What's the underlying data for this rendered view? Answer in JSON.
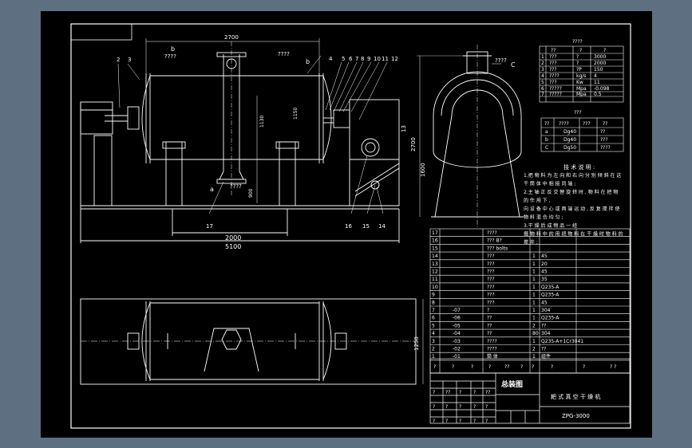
{
  "drawing": {
    "colors": {
      "background": "#5e6f82",
      "sheet": "#000000",
      "line": "#ffffff"
    },
    "dimensions": {
      "top_length": "2700",
      "shell_length": "5100",
      "support_span": "2000",
      "outlet_height": "900",
      "vertical_left": "1150",
      "vertical_inner": "1130",
      "side_height": "2700",
      "side_base": "1600",
      "plan_width": "1250"
    },
    "labels": {
      "b_top": "b",
      "a_left": "a",
      "b_right": "b",
      "c_side": "C",
      "q_top_left": "????",
      "q_top_right": "????",
      "q_bottom": "????",
      "q_side": "????"
    },
    "part_callouts": [
      "2",
      "3",
      "4",
      "5",
      "6",
      "7",
      "8",
      "9",
      "10",
      "11",
      "12",
      "13",
      "16",
      "15",
      "14",
      "17"
    ],
    "spec_table": {
      "title": "????",
      "header": [
        "?",
        "??",
        "?",
        "?"
      ],
      "rows": [
        [
          "1",
          "???",
          "?",
          "3000"
        ],
        [
          "2",
          "???",
          "?",
          "2000"
        ],
        [
          "3",
          "???",
          "?P",
          "150"
        ],
        [
          "4",
          "????",
          "kg/s",
          "4"
        ],
        [
          "5",
          "???",
          "Kw",
          "11"
        ],
        [
          "6",
          "?????",
          "Mpa",
          "-0.098"
        ],
        [
          "7",
          "?????",
          "Mpa",
          "0.5"
        ]
      ]
    },
    "nozzle_table": {
      "title": "???",
      "header": [
        "??",
        "????",
        "???",
        "??"
      ],
      "rows": [
        [
          "a",
          "",
          "Dg40",
          "??"
        ],
        [
          "b",
          "",
          "Dg40",
          "???"
        ],
        [
          "C",
          "",
          "Dg50",
          "????"
        ]
      ]
    },
    "tech_notes": {
      "title": "技 术 说 明 :",
      "lines": [
        "1.把 物 料 为 左 向 和 右 向 分 别 倾 斜 在 这",
        "干 筒 体 中 相 接 同 轴 ;",
        "2.主 轴 正 反 交 替 旋 转 时 , 物 料 在 把 物",
        "的 作 用 下 ,",
        "向 设 备 中 心 或 两 端 运 动 , 反 复 搅 拌 使",
        "物 料 混 合 均 匀 ;",
        "3.干 燥 后 成 物 品 一 经",
        "摄 物 料 中 的 用 把 物 料 在 干 燥 时 物 料 的",
        "搅 拌 ;"
      ]
    },
    "bom": {
      "rows": [
        {
          "no": "17",
          "code": "",
          "name": "????",
          "qty": "",
          "mat": ""
        },
        {
          "no": "16",
          "code": "",
          "name": "??? B?",
          "qty": "",
          "mat": ""
        },
        {
          "no": "15",
          "code": "",
          "name": "???  bolts",
          "qty": "",
          "mat": ""
        },
        {
          "no": "14",
          "code": "",
          "name": "???",
          "qty": "1",
          "mat": "45"
        },
        {
          "no": "13",
          "code": "",
          "name": "???",
          "qty": "1",
          "mat": "20"
        },
        {
          "no": "12",
          "code": "",
          "name": "???",
          "qty": "1",
          "mat": "45"
        },
        {
          "no": "11",
          "code": "",
          "name": "???",
          "qty": "1",
          "mat": "35"
        },
        {
          "no": "10",
          "code": "",
          "name": "???",
          "qty": "1",
          "mat": "Q235-A"
        },
        {
          "no": "9",
          "code": "",
          "name": "???",
          "qty": "1",
          "mat": "Q235-A"
        },
        {
          "no": "8",
          "code": "",
          "name": "???",
          "qty": "1",
          "mat": "45"
        },
        {
          "no": "7",
          "code": "-07",
          "name": "?",
          "qty": "1",
          "mat": "304"
        },
        {
          "no": "6",
          "code": "-06",
          "name": "??",
          "qty": "1",
          "mat": "Q235-A"
        },
        {
          "no": "5",
          "code": "-05",
          "name": "??",
          "qty": "2",
          "mat": "??"
        },
        {
          "no": "4",
          "code": "-04",
          "name": "??",
          "qty": "80",
          "mat": "304"
        },
        {
          "no": "3",
          "code": "-03",
          "name": "????",
          "qty": "1",
          "mat": "Q235-A+1Cr3041"
        },
        {
          "no": "2",
          "code": "-02",
          "name": "????",
          "qty": "2",
          "mat": "??"
        },
        {
          "no": "1",
          "code": "-01",
          "name": "筒 体",
          "qty": "1",
          "mat": "组件"
        }
      ],
      "header": [
        "?",
        "?",
        "?",
        "?",
        "??",
        "?",
        "?",
        "?",
        "?",
        "? ?"
      ]
    },
    "title_block": {
      "assembly": "总装图",
      "product": "耙 式 真 空 干 燥 机",
      "drawing_no": "ZPG-3000",
      "small_cells": [
        "?",
        "??",
        "?",
        "?",
        "??",
        "?",
        "?",
        "?",
        "?",
        "?",
        "?",
        "?",
        "?",
        "?",
        "?"
      ]
    }
  }
}
